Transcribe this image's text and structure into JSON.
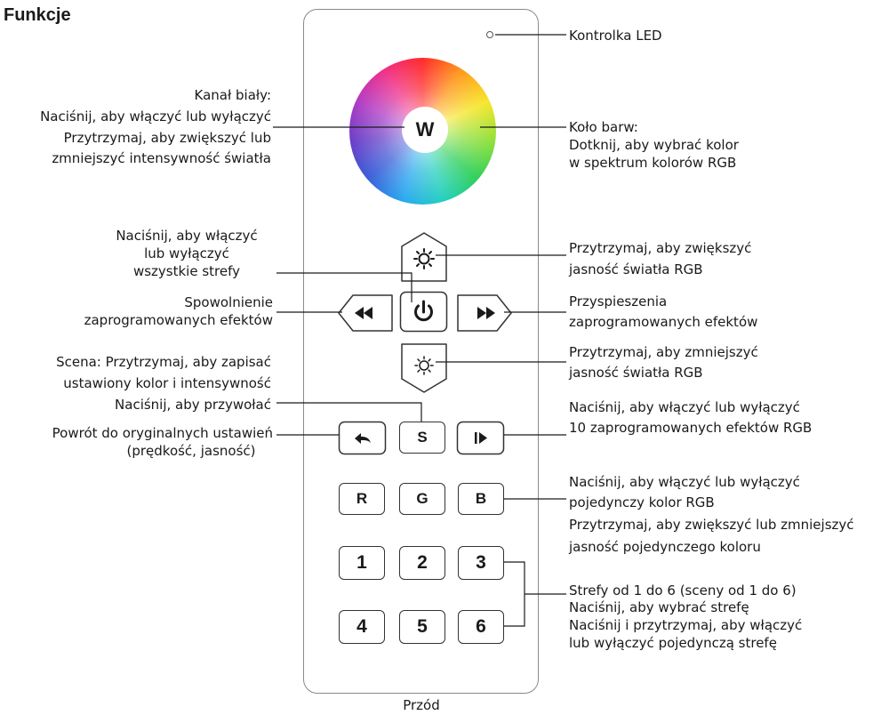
{
  "title": "Funkcje",
  "caption": "Przód",
  "remote": {
    "wheel_button": "W",
    "scene_button": "S",
    "r_button": "R",
    "g_button": "G",
    "b_button": "B",
    "zones": [
      "1",
      "2",
      "3",
      "4",
      "5",
      "6"
    ]
  },
  "icons": {
    "led": "led-indicator",
    "bright_up": "sun-icon",
    "power": "power-icon",
    "rewind": "rewind-icon",
    "forward": "fast-forward-icon",
    "bright_down": "sun-outline-icon",
    "back": "back-arrow-icon",
    "play": "play-step-icon"
  },
  "labels": {
    "white_1": "Kanał biały:",
    "white_2": "Naciśnij, aby włączyć lub wyłączyć",
    "white_3": "Przytrzymaj, aby zwiększyć lub",
    "white_4": "zmniejszyć intensywność światła",
    "led": "Kontrolka LED",
    "wheel_1": "Koło barw:",
    "wheel_2": "Dotknij, aby wybrać kolor",
    "wheel_3": "w spektrum kolorów RGB",
    "power_1": "Naciśnij, aby włączyć",
    "power_2": "lub wyłączyć",
    "power_3": "wszystkie strefy",
    "slow_1": "Spowolnienie",
    "slow_2": "zaprogramowanych efektów",
    "bright_up_1": "Przytrzymaj, aby zwiększyć",
    "bright_up_2": "jasność światła RGB",
    "fast_1": "Przyspieszenia",
    "fast_2": "zaprogramowanych efektów",
    "bright_down_1": "Przytrzymaj, aby zmniejszyć",
    "bright_down_2": "jasność światła RGB",
    "scene_1": "Scena: Przytrzymaj, aby zapisać",
    "scene_2": "ustawiony kolor i intensywność",
    "scene_3": "Naciśnij, aby przywołać",
    "back_1": "Powrót do oryginalnych ustawień",
    "back_2": "(prędkość, jasność)",
    "effects_1": "Naciśnij, aby włączyć lub wyłączyć",
    "effects_2": "10 zaprogramowanych efektów RGB",
    "single_1": "Naciśnij, aby włączyć lub wyłączyć",
    "single_2": "pojedynczy kolor RGB",
    "single_3": "Przytrzymaj, aby zwiększyć lub zmniejszyć",
    "single_4": "jasność pojedynczego koloru",
    "zones_1": "Strefy od 1 do 6 (sceny od 1 do 6)",
    "zones_2": "Naciśnij, aby wybrać strefę",
    "zones_3": "Naciśnij i przytrzymaj, aby włączyć",
    "zones_4": "lub wyłączyć pojedynczą strefę"
  },
  "colors": {
    "line": "#1a1a1a",
    "button_border": "#333333",
    "remote_border": "#8a8a8a"
  }
}
